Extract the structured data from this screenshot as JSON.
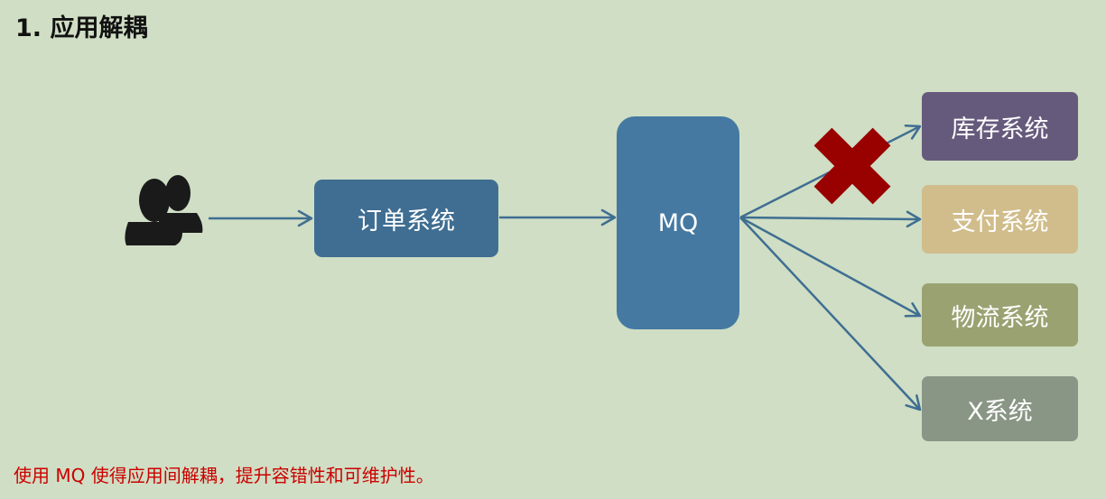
{
  "heading": "1. 应用解耦",
  "diagram": {
    "order_system": "订单系统",
    "mq": "MQ",
    "targets": [
      {
        "label": "库存系统",
        "color": "#665a7c",
        "status": "failed"
      },
      {
        "label": "支付系统",
        "color": "#d1bd8c",
        "status": "ok"
      },
      {
        "label": "物流系统",
        "color": "#9ba272",
        "status": "ok"
      },
      {
        "label": "X系统",
        "color": "#8a9685",
        "status": "ok"
      }
    ],
    "colors": {
      "arrow": "#3f6e92",
      "order_box": "#3f6e92",
      "mq_box": "#4579a2",
      "failure_mark": "#990000",
      "users_icon": "#1a1a1a"
    }
  },
  "caption": "使用 MQ 使得应用间解耦，提升容错性和可维护性。"
}
